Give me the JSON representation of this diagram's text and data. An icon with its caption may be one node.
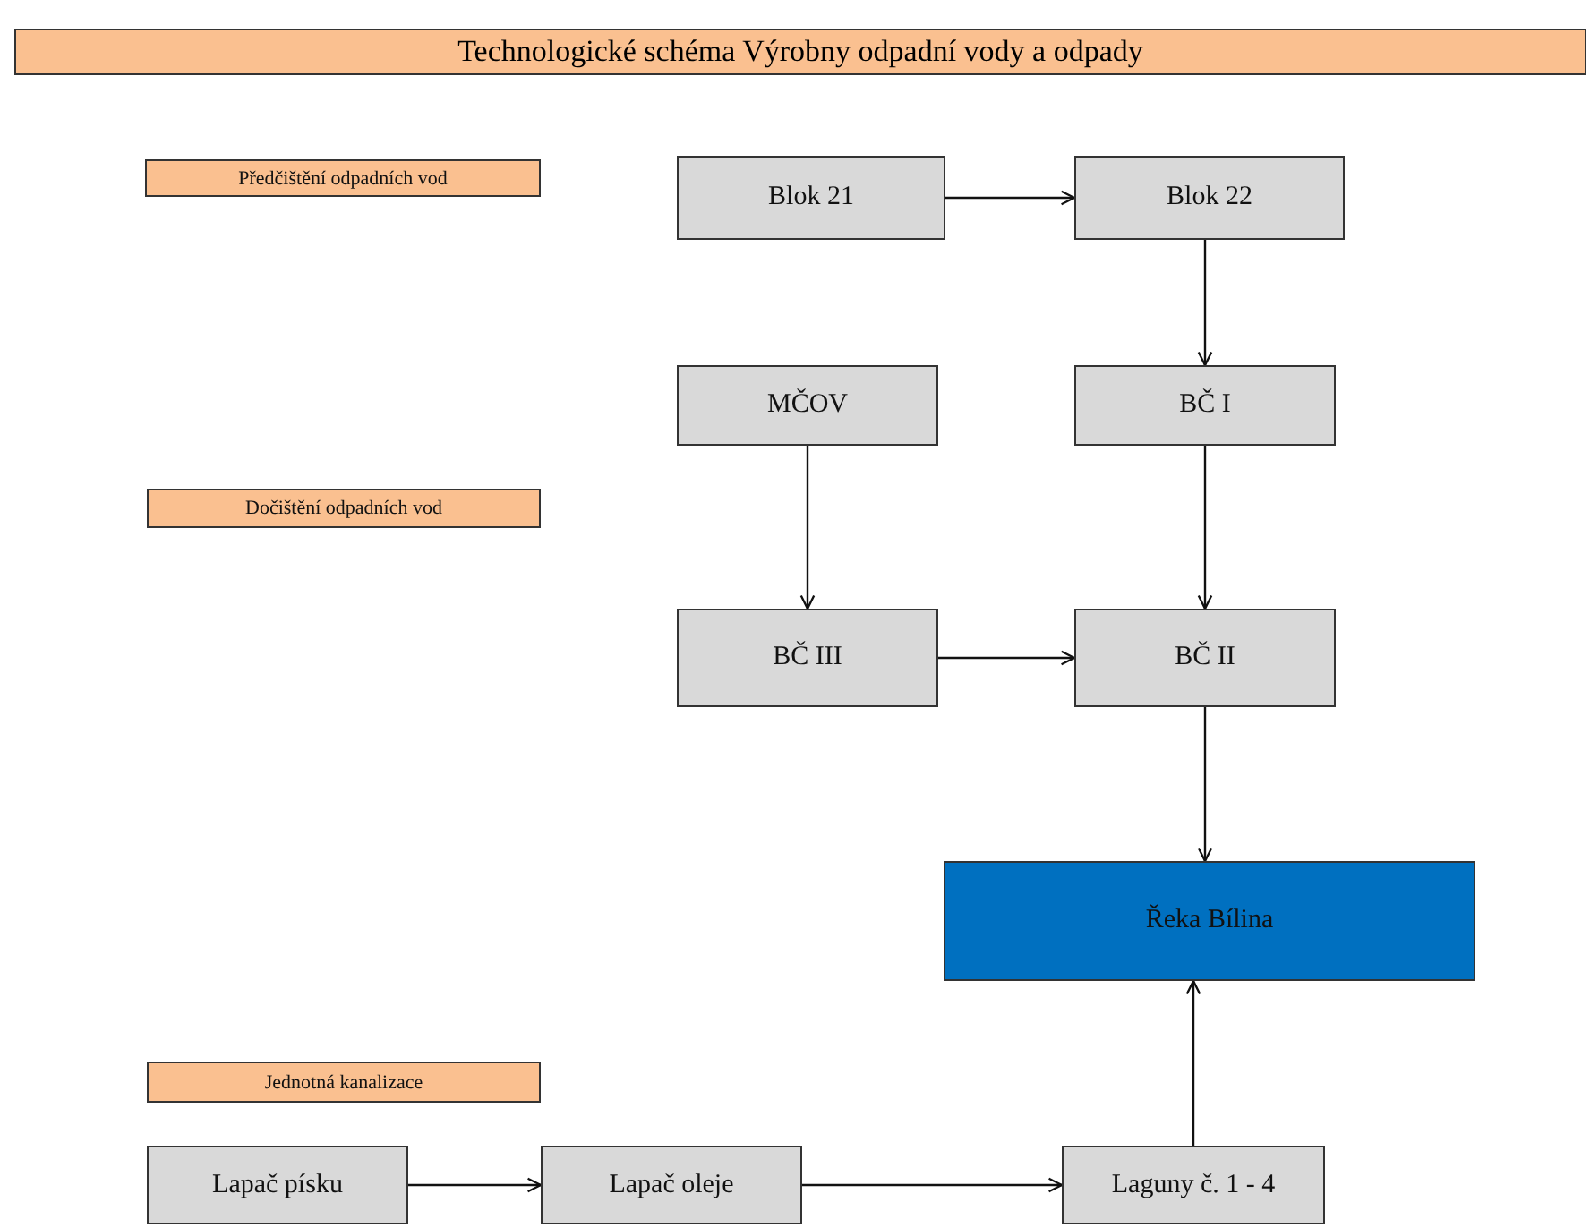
{
  "diagram": {
    "title": "Technologické schéma Výrobny odpadní vody a odpady",
    "nodes": [
      {
        "text": [
          "Předčištění odpadních vod"
        ]
      },
      {
        "text": [
          "Blok 21"
        ]
      },
      {
        "text": [
          "Blok 22"
        ]
      },
      {
        "text": [
          "MČOV"
        ]
      },
      {
        "text": [
          "BČ I"
        ]
      },
      {
        "text": [
          "Dočištění odpadních vod"
        ]
      },
      {
        "text": [
          "BČ III"
        ]
      },
      {
        "text": [
          "BČ II"
        ]
      },
      {
        "text": [
          "Řeka Bílina"
        ]
      },
      {
        "text": [
          "Jednotná kanalizace"
        ]
      },
      {
        "text": [
          "Lapač písku"
        ]
      },
      {
        "text": [
          "Lapač oleje"
        ]
      },
      {
        "text": [
          "Laguny č. 1 - 4"
        ]
      }
    ],
    "edges": [
      {
        "from": 1,
        "to": 2,
        "arrow": "to"
      },
      {
        "from": 2,
        "to": 4,
        "arrow": "to"
      },
      {
        "from": 3,
        "to": 6,
        "arrow": "to"
      },
      {
        "from": 4,
        "to": 7,
        "arrow": "to"
      },
      {
        "from": 6,
        "to": 7,
        "arrow": "to"
      },
      {
        "from": 7,
        "to": 8,
        "arrow": "to"
      },
      {
        "from": 12,
        "to": 8,
        "arrow": "to"
      },
      {
        "from": 10,
        "to": 11,
        "arrow": "to"
      },
      {
        "from": 11,
        "to": 12,
        "arrow": "to"
      }
    ]
  }
}
